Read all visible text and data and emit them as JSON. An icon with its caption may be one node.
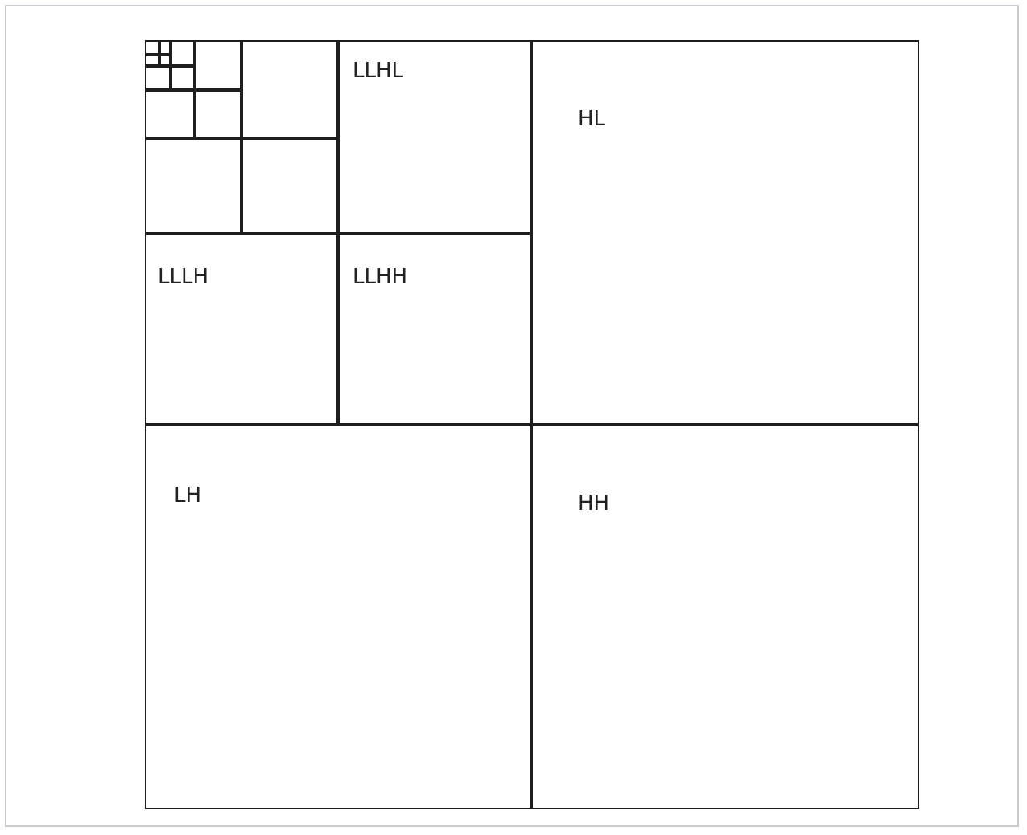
{
  "diagram": {
    "nodes": [
      {
        "text": [],
        "shape": "box"
      },
      {
        "text": [],
        "shape": "box"
      },
      {
        "text": [],
        "shape": "box"
      },
      {
        "text": [],
        "shape": "box"
      },
      {
        "text": [],
        "shape": "box"
      },
      {
        "text": [],
        "shape": "box"
      },
      {
        "text": [],
        "shape": "box"
      },
      {
        "text": [],
        "shape": "box"
      },
      {
        "text": [],
        "shape": "box"
      },
      {
        "text": [],
        "shape": "box"
      },
      {
        "text": [],
        "shape": "box"
      },
      {
        "text": [],
        "shape": "box"
      },
      {
        "text": [],
        "shape": "box"
      },
      {
        "text": [
          "LLHL"
        ]
      },
      {
        "text": [
          "HL"
        ]
      },
      {
        "text": [
          "LLLH"
        ]
      },
      {
        "text": [
          "LLHH"
        ]
      },
      {
        "text": [
          "LH"
        ]
      },
      {
        "text": [
          "HH"
        ]
      }
    ]
  }
}
